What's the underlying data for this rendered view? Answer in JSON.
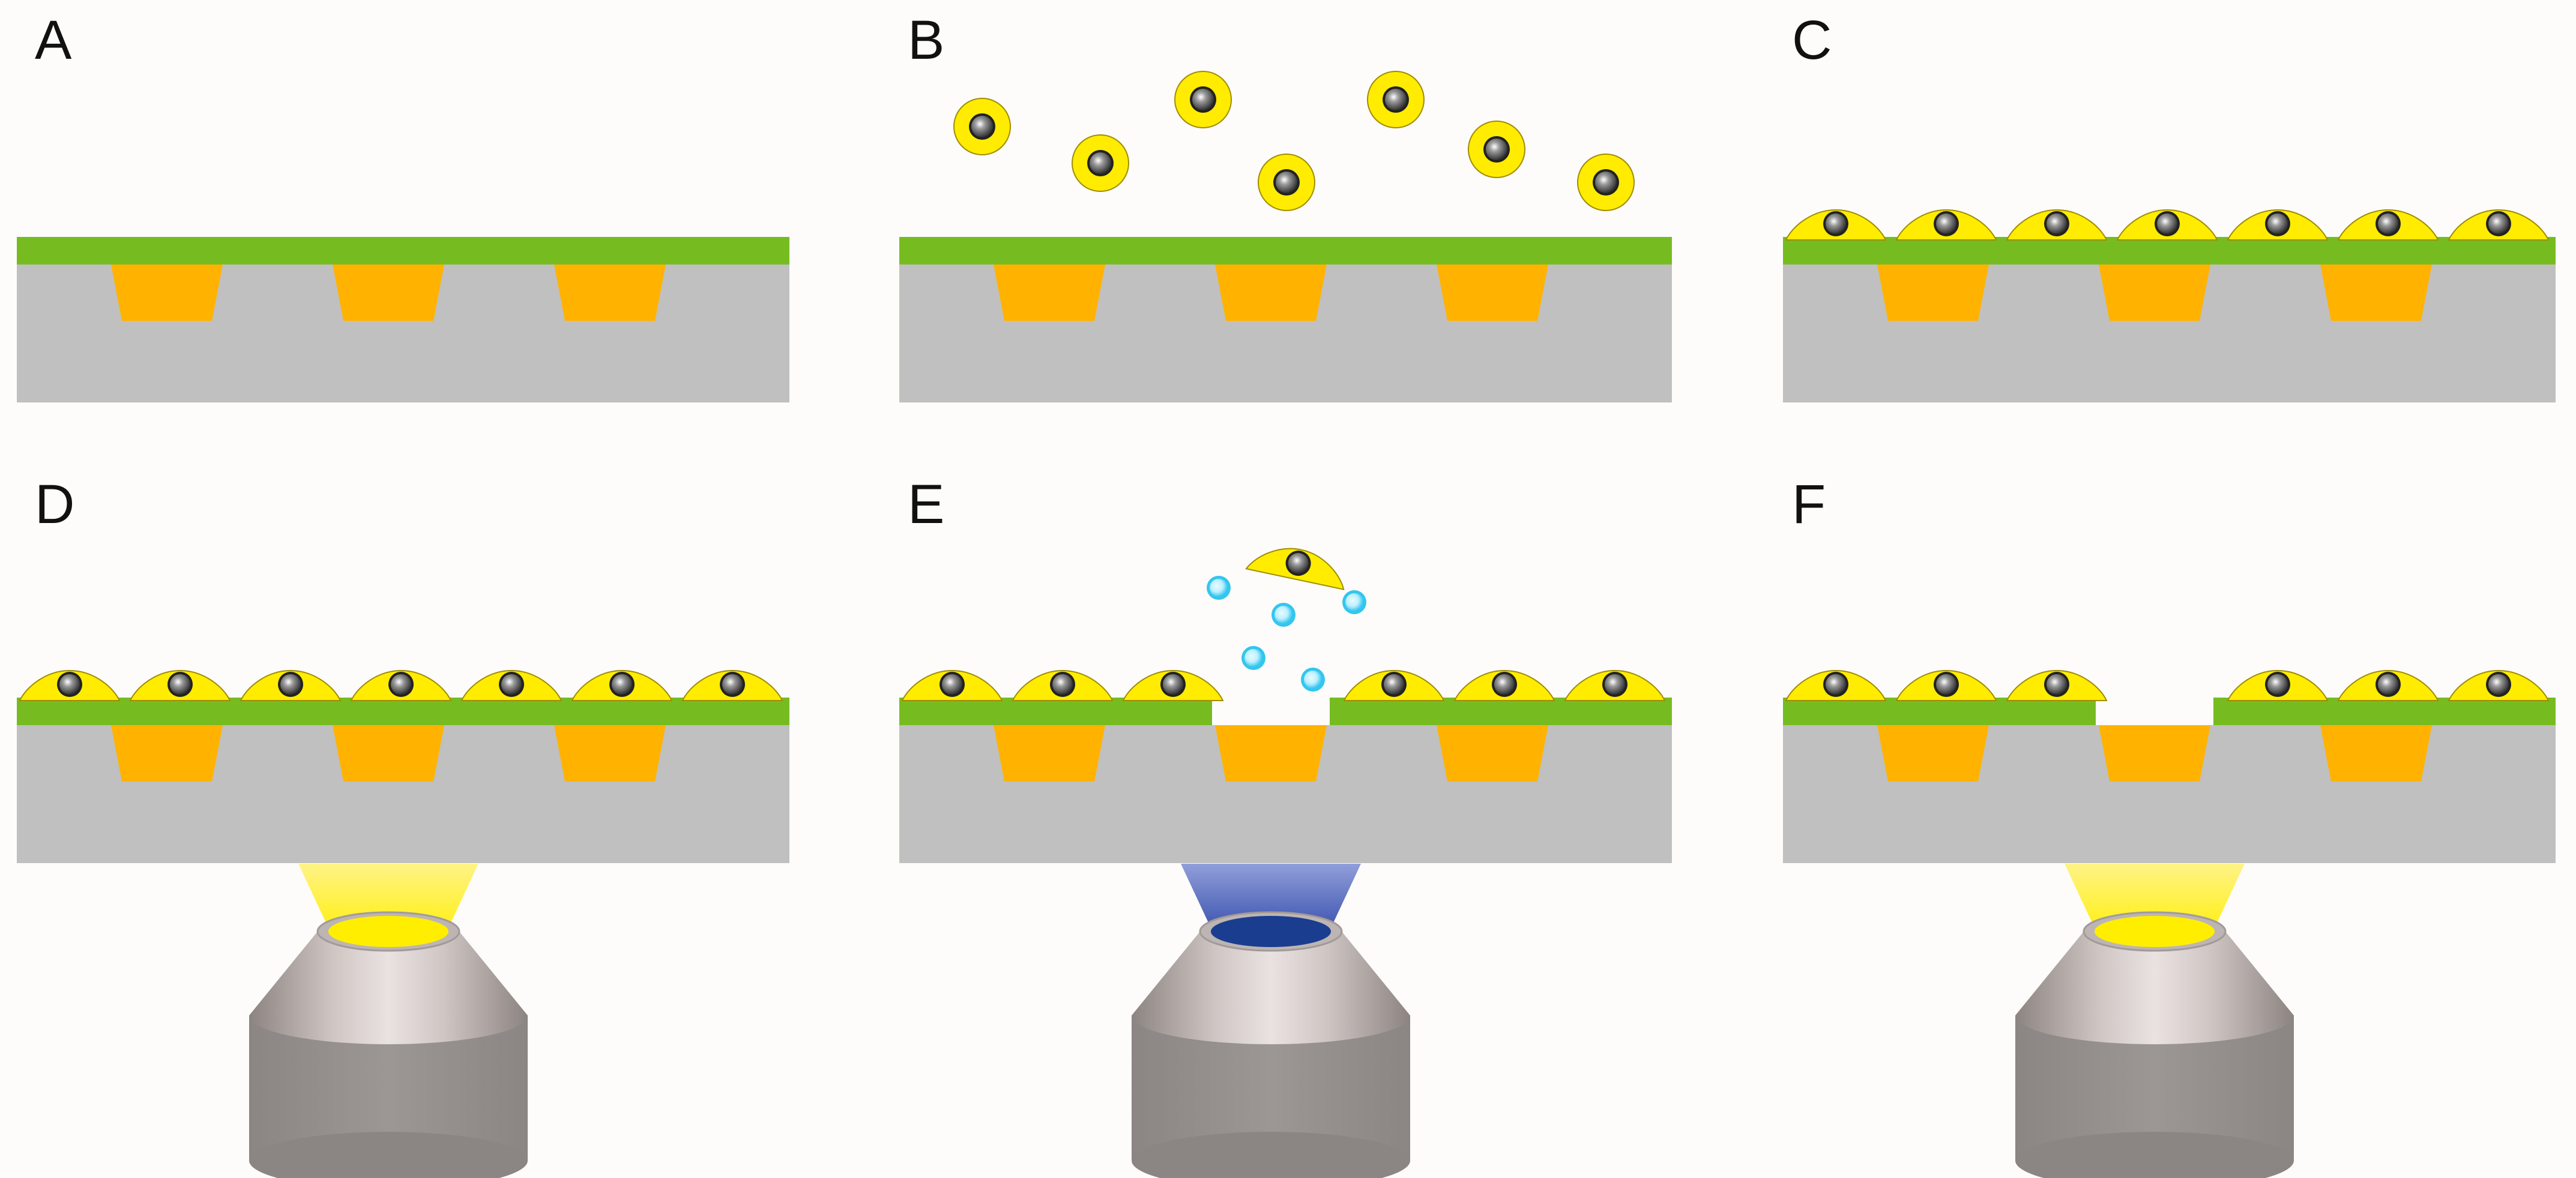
{
  "panels": [
    {
      "label": "A",
      "stage": "substrate"
    },
    {
      "label": "B",
      "stage": "cells-seeding"
    },
    {
      "label": "C",
      "stage": "cells-attached"
    },
    {
      "label": "D",
      "stage": "imaging-yellow"
    },
    {
      "label": "E",
      "stage": "illumination-blue-release"
    },
    {
      "label": "F",
      "stage": "imaging-after-removal"
    }
  ],
  "colors": {
    "background": "#fdfcfa",
    "substrate": "#c0c0c0",
    "coating": "#76bc21",
    "electrode": "#ffb300",
    "cell": "#ffec00",
    "cell_outline": "#a08c00",
    "nucleus": "#555555",
    "light_yellow": "#ffee00",
    "light_blue": "#1a3d8f",
    "bubble": "#33c6ee",
    "objective": "#8f8987"
  },
  "icons": [
    "cell-icon",
    "objective-lens-icon",
    "bubble-icon"
  ]
}
